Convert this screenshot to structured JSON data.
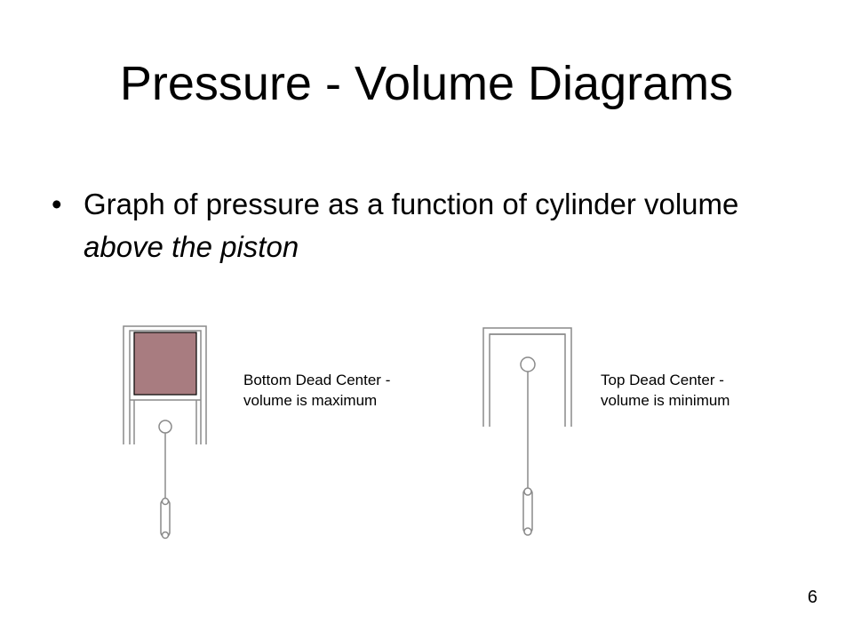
{
  "slide": {
    "title": "Pressure - Volume Diagrams",
    "bullet_symbol": "•",
    "bullet_text": "Graph of pressure as a function of cylinder volume ",
    "bullet_text_italic": "above the piston",
    "page_number": "6"
  },
  "diagrams": {
    "bottom_dead_center": {
      "caption": "Bottom Dead Center - volume is maximum"
    },
    "top_dead_center": {
      "caption": "Top Dead Center - volume is minimum"
    }
  },
  "colors": {
    "gas_volume_fill": "#a87c80",
    "outline": "#8a8a8a"
  }
}
